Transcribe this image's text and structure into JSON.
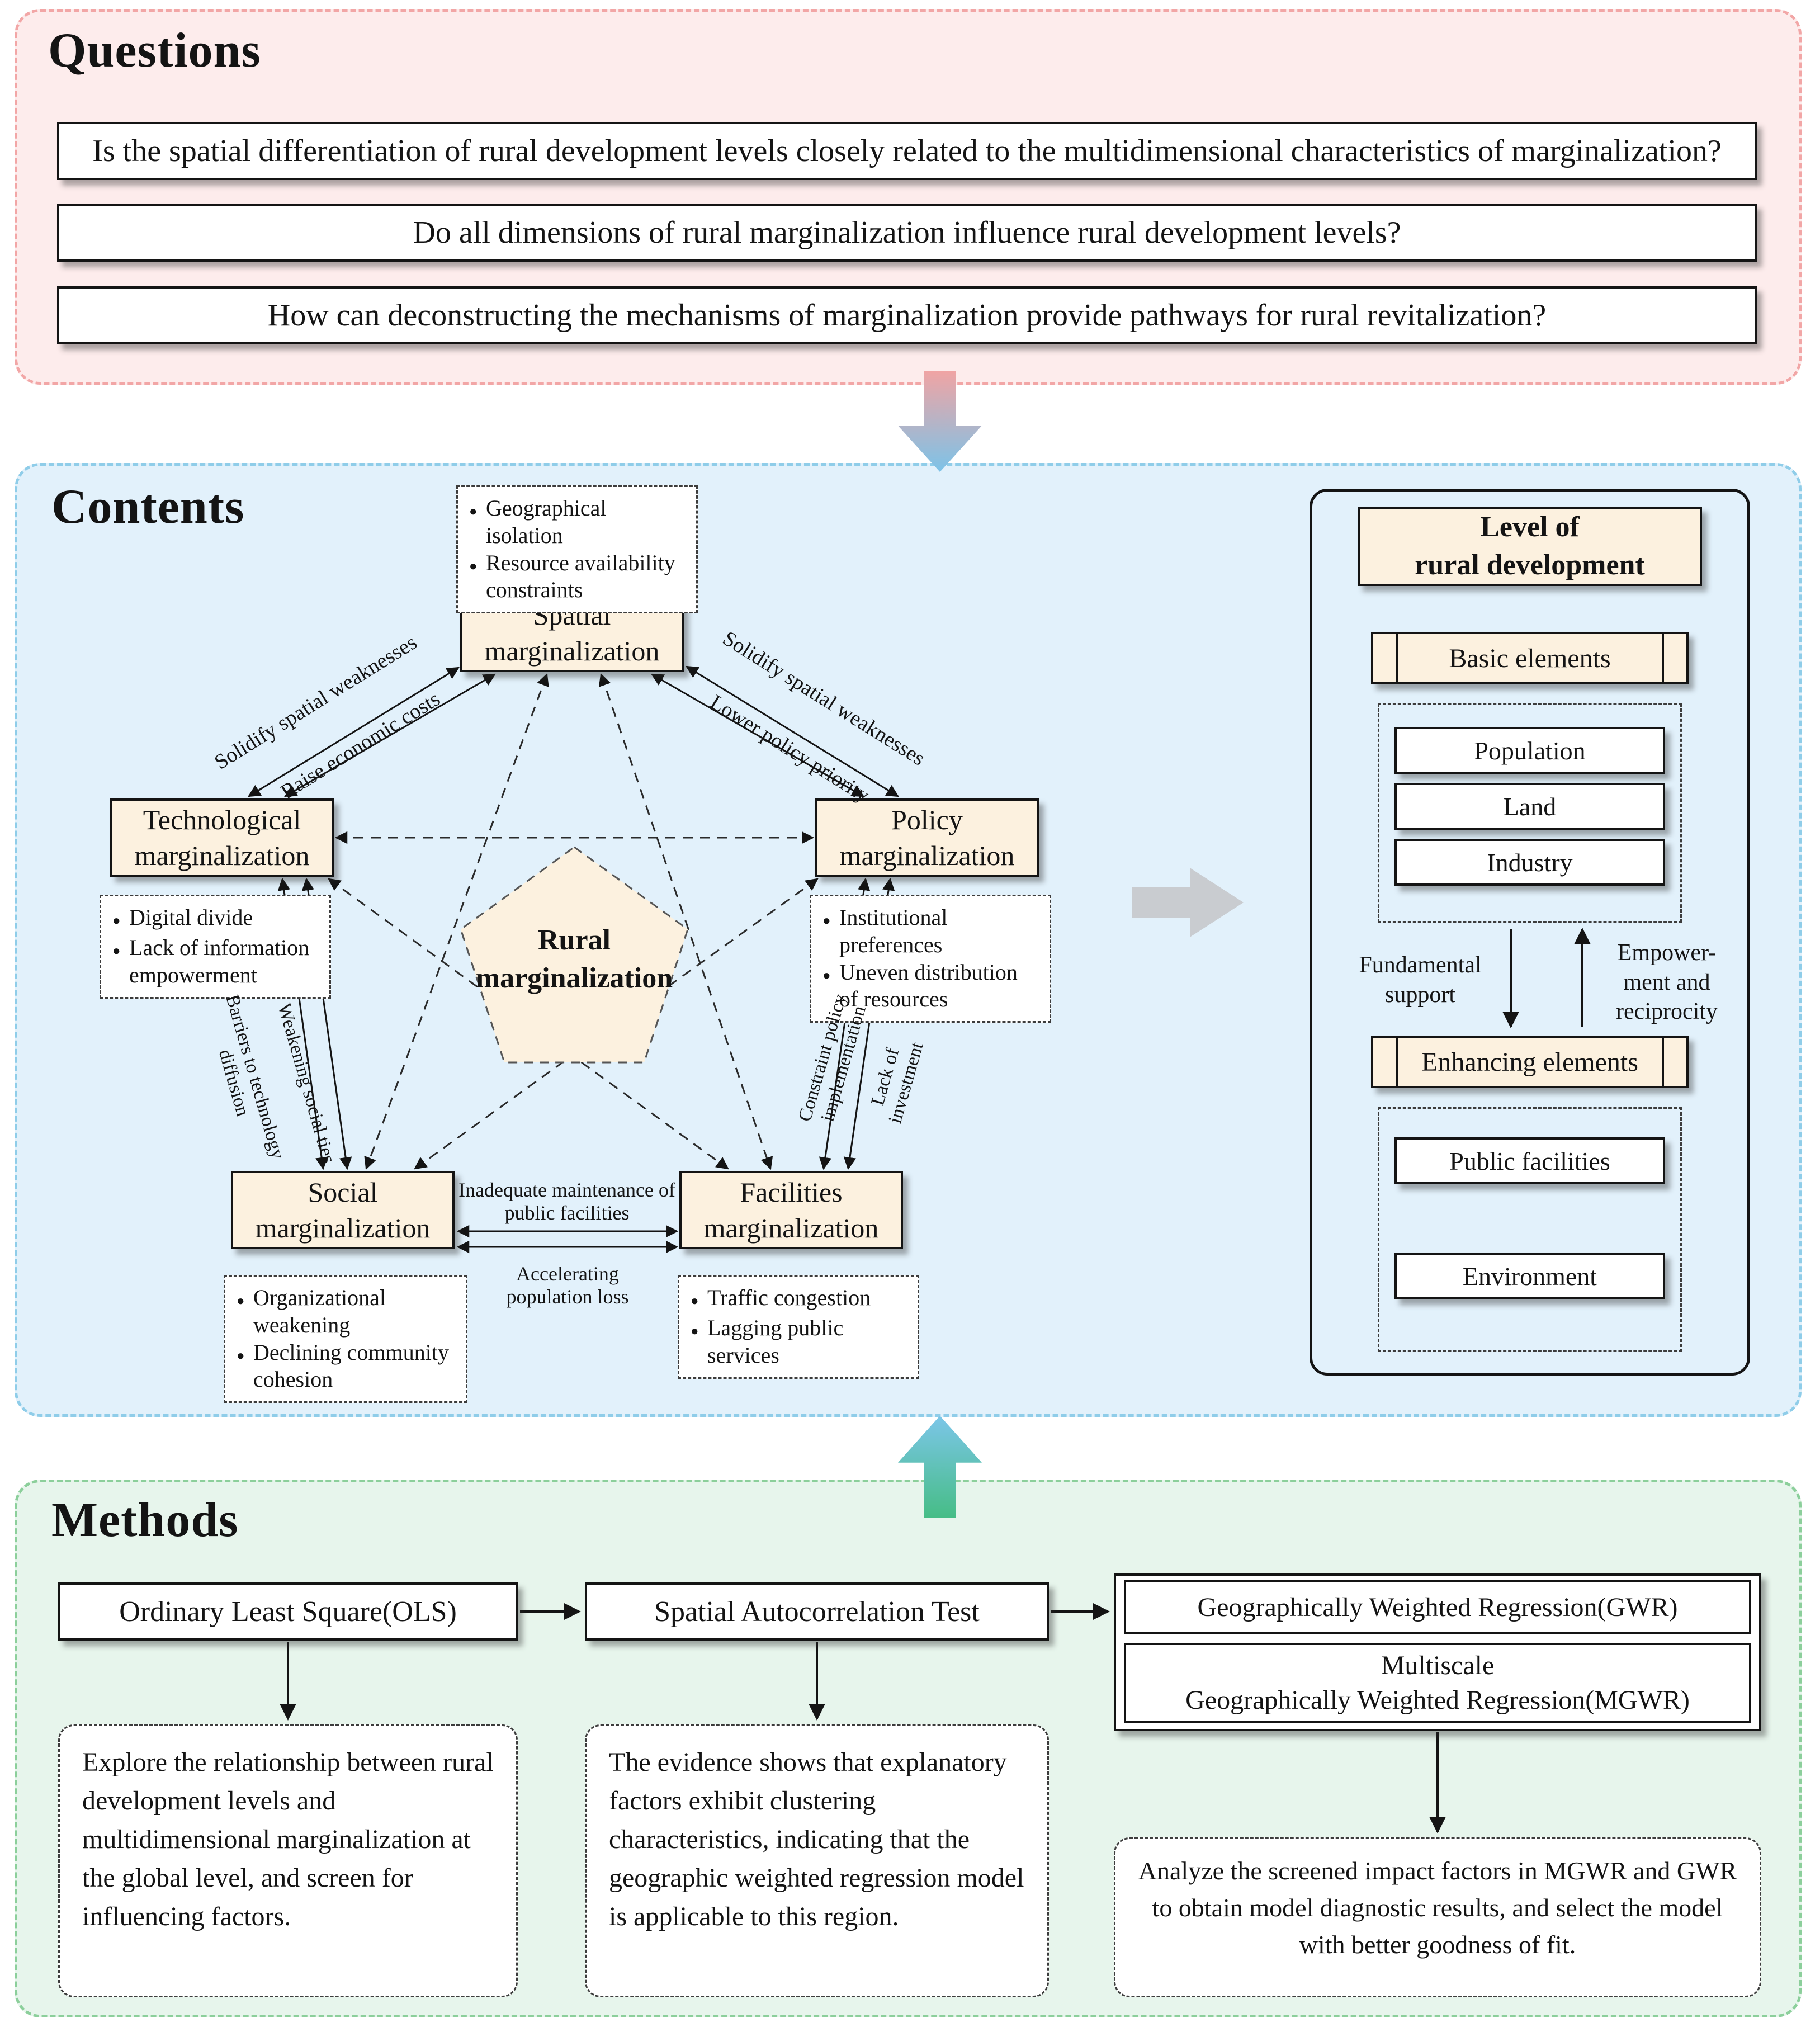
{
  "colors": {
    "questions_bg": "#fdecec",
    "questions_border": "#f2a6a6",
    "contents_bg": "#e2f1fb",
    "contents_border": "#8fcde9",
    "methods_bg": "#e7f5ec",
    "methods_border": "#8ccf9b",
    "node_fill": "#fcf1df",
    "arrow_gray": "#c9ccd0"
  },
  "questions": {
    "title": "Questions",
    "items": [
      "Is the spatial differentiation of rural development levels closely related to the multidimensional characteristics of marginalization?",
      "Do all dimensions of rural marginalization influence rural development levels?",
      "How can deconstructing the mechanisms of marginalization provide pathways for rural revitalization?"
    ]
  },
  "contents": {
    "title": "Contents",
    "center_label": "Rural marginalization",
    "nodes": {
      "spatial": "Spatial marginalization",
      "technological": "Technological marginalization",
      "policy": "Policy marginalization",
      "social": "Social marginalization",
      "facilities": "Facilities marginalization"
    },
    "notes": {
      "spatial": [
        "Geographical isolation",
        "Resource availability constraints"
      ],
      "technological": [
        "Digital divide",
        "Lack of information empowerment"
      ],
      "policy": [
        "Institutional preferences",
        "Uneven distribution of resources"
      ],
      "social": [
        "Organizational weakening",
        "Declining community cohesion"
      ],
      "facilities": [
        "Traffic congestion",
        "Lagging public services"
      ]
    },
    "edges": {
      "tech_spatial_top": "Solidify spatial weaknesses",
      "tech_spatial_bottom": "Raise economic costs",
      "spatial_policy_top": "Solidify spatial weaknesses",
      "spatial_policy_bottom": "Lower policy priority",
      "tech_social_right": "Weakening social ties",
      "tech_social_left": "Barriers to technology diffusion",
      "policy_facilities_left": "Constraint policy implementation",
      "policy_facilities_right": "Lack of investment",
      "social_facilities_top": "Inadequate maintenance of public facilities",
      "social_facilities_bottom": "Accelerating population loss"
    },
    "right_panel": {
      "title1": "Level of",
      "title2": "rural development",
      "basic": "Basic elements",
      "basic_items": [
        "Population",
        "Land",
        "Industry"
      ],
      "down_label": "Fundamental support",
      "up_label": "Empower-ment and reciprocity",
      "enhancing": "Enhancing elements",
      "enhancing_items": [
        "Public facilities",
        "Environment"
      ]
    }
  },
  "methods": {
    "title": "Methods",
    "steps": {
      "ols": "Ordinary Least Square(OLS)",
      "sat": "Spatial Autocorrelation Test",
      "gwr": "Geographically Weighted Regression(GWR)",
      "mgwr1": "Multiscale",
      "mgwr2": "Geographically Weighted Regression(MGWR)"
    },
    "desc1": "Explore the relationship between rural development levels and multidimensional marginalization at the global level, and screen for influencing factors.",
    "desc2": "The evidence shows that explanatory factors exhibit clustering characteristics, indicating that the geographic weighted regression model is applicable to this region.",
    "desc3": "Analyze the screened impact factors in MGWR and GWR to obtain model diagnostic results, and select the model with better goodness of fit."
  }
}
